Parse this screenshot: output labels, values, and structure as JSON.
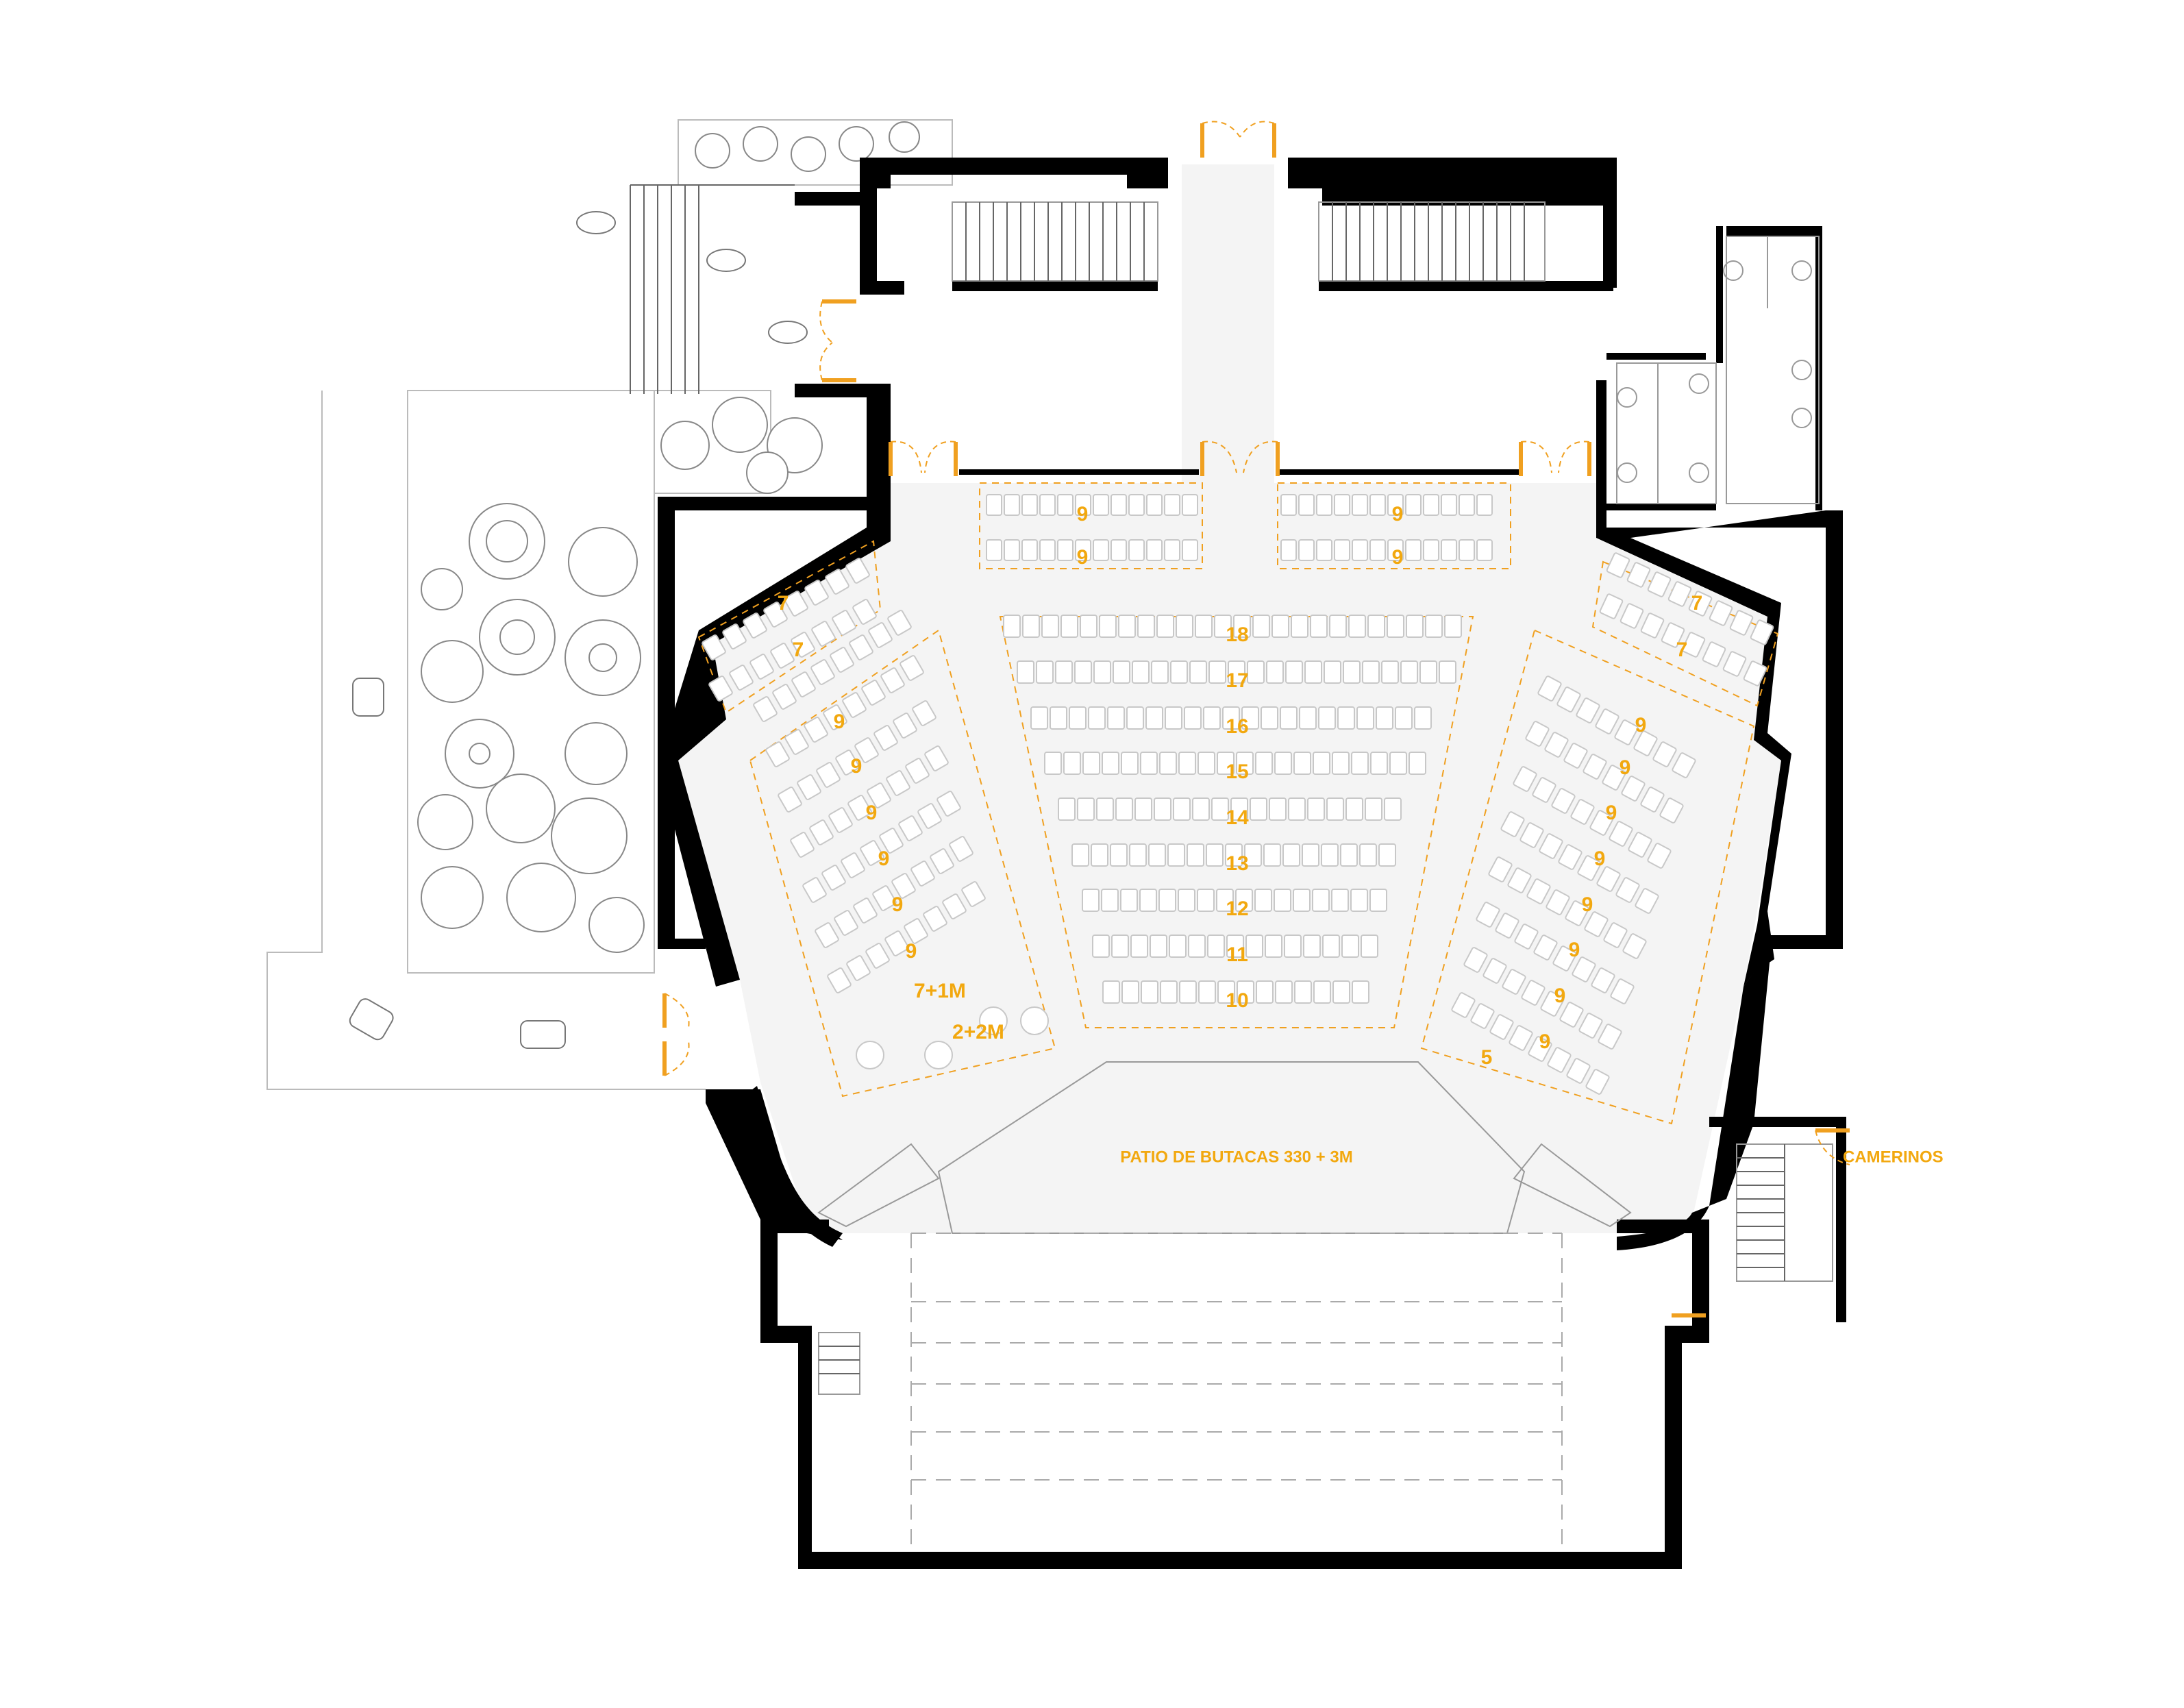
{
  "plan": {
    "hall_label": "PATIO DE BUTACAS 330 + 3M",
    "dressing_rooms_label": "CAMERINOS",
    "rows_center": [
      "18",
      "17",
      "16",
      "15",
      "14",
      "13",
      "12",
      "11",
      "10"
    ],
    "rows_top_left": [
      "9",
      "9"
    ],
    "rows_top_right": [
      "9",
      "9"
    ],
    "upper_left_wing": [
      "7",
      "7"
    ],
    "upper_right_wing": [
      "7",
      "7"
    ],
    "left_wing": [
      "9",
      "9",
      "9",
      "9",
      "9",
      "9",
      "7+1M"
    ],
    "left_wheelchair": "2+2M",
    "right_wing": [
      "9",
      "9",
      "9",
      "9",
      "9",
      "9",
      "9",
      "9"
    ],
    "right_wing_last": "5"
  },
  "colors": {
    "accent": "#f2a80f",
    "wall": "#000000",
    "floor": "#f4f4f4"
  }
}
